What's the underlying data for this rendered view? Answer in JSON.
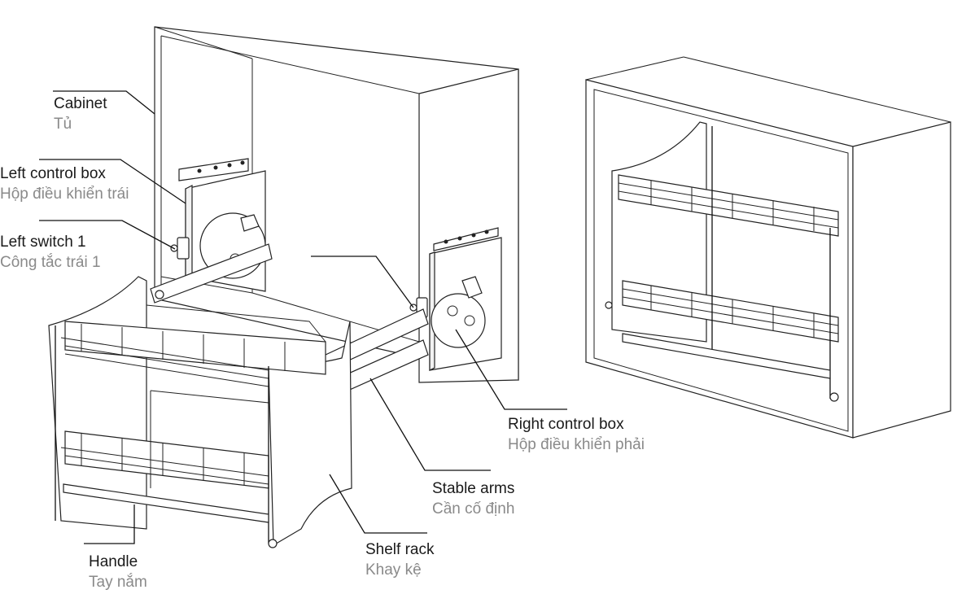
{
  "labels": {
    "cabinet": {
      "en": "Cabinet",
      "vi": "Tủ"
    },
    "left_control_box": {
      "en": "Left control box",
      "vi": "Hộp điều khiển trái"
    },
    "left_switch": {
      "en": "Left switch 1",
      "vi": "Công tắc trái 1"
    },
    "right_control_box": {
      "en": "Right control box",
      "vi": "Hộp điều khiển phải"
    },
    "stable_arms": {
      "en": "Stable arms",
      "vi": "Cần cố định"
    },
    "shelf_rack": {
      "en": "Shelf rack",
      "vi": "Khay kệ"
    },
    "handle": {
      "en": "Handle",
      "vi": "Tay nắm"
    }
  },
  "colors": {
    "line": "#111111",
    "english_text": "#1a1a1a",
    "vietnamese_text": "#8a8a8a",
    "background": "#ffffff"
  }
}
